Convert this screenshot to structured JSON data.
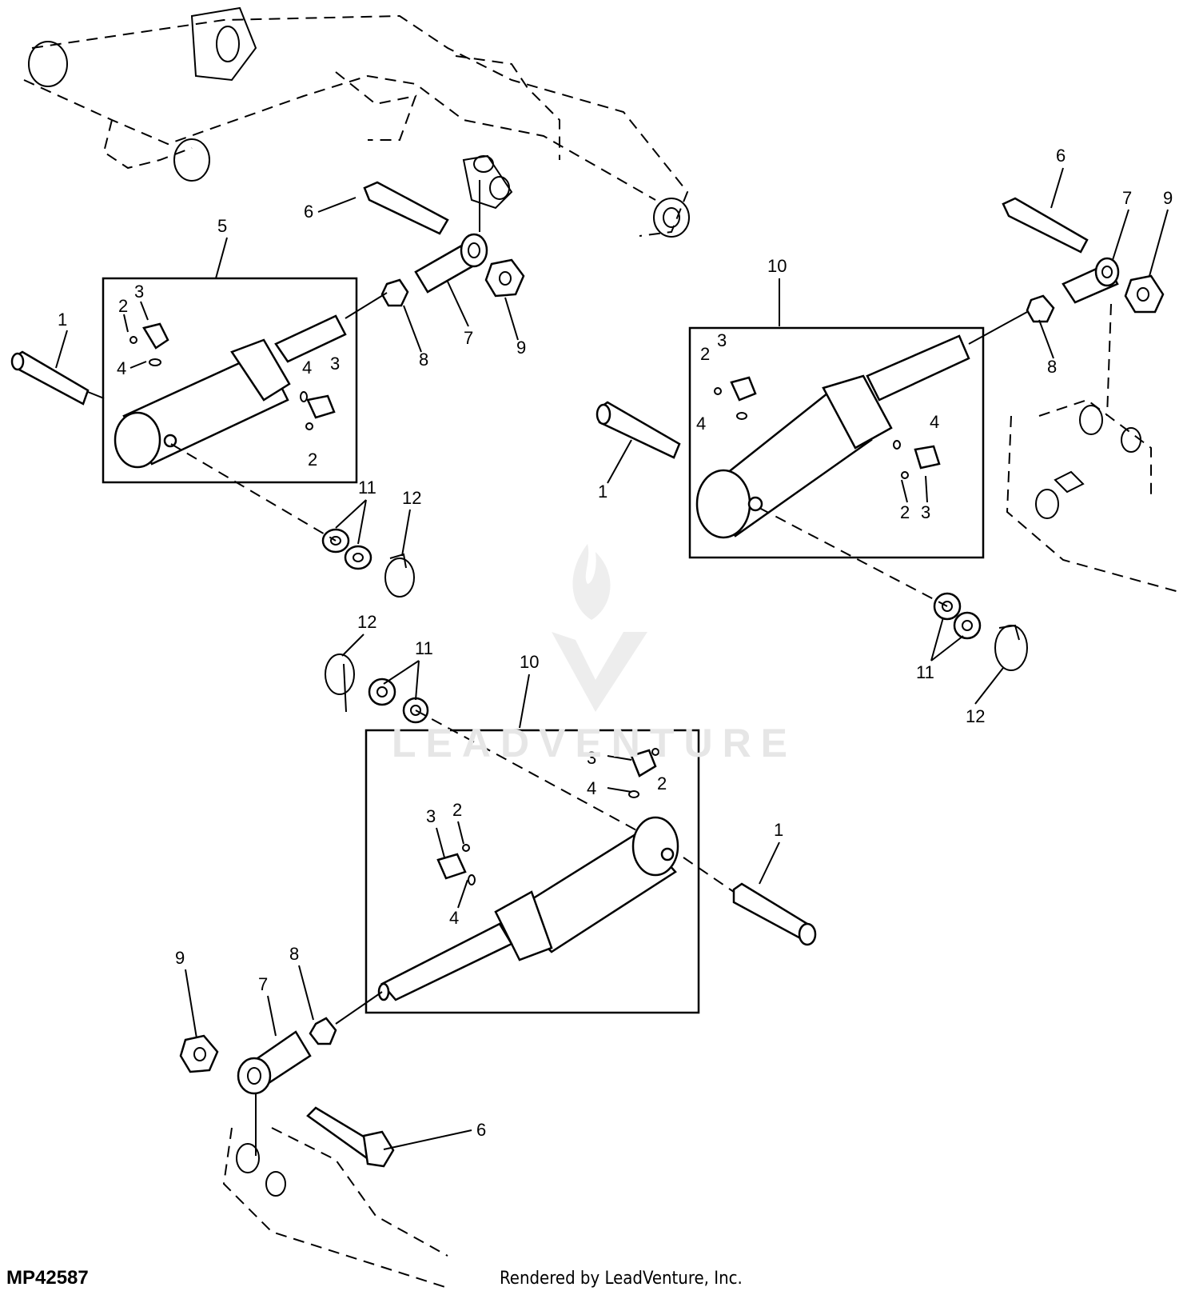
{
  "diagram_id": "MP42587",
  "credit": "Rendered by LeadVenture, Inc.",
  "watermark": "LEADVENTURE",
  "callouts": {
    "topleft": [
      "1",
      "2",
      "3",
      "4",
      "4",
      "3",
      "2",
      "5",
      "6",
      "7",
      "8",
      "9",
      "11",
      "12"
    ],
    "right": [
      "1",
      "2",
      "3",
      "4",
      "4",
      "2",
      "3",
      "6",
      "7",
      "8",
      "9",
      "10",
      "11",
      "12"
    ],
    "bottom": [
      "1",
      "2",
      "3",
      "4",
      "2",
      "3",
      "4",
      "6",
      "7",
      "8",
      "9",
      "10",
      "11",
      "12"
    ]
  }
}
